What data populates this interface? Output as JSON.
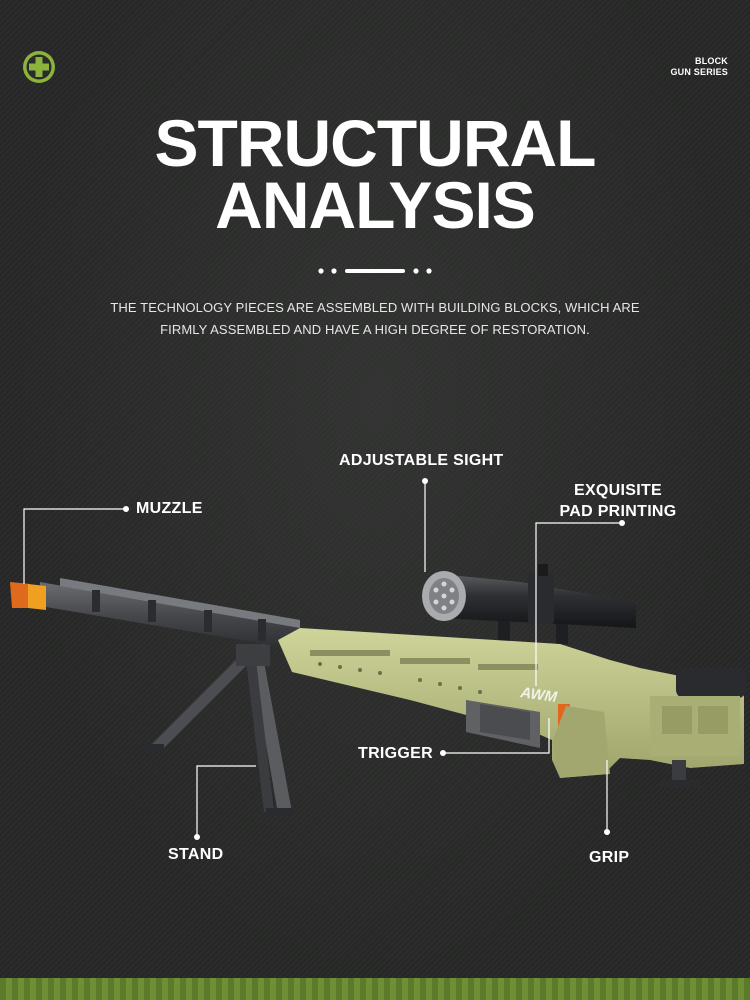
{
  "brand": {
    "series_line1": "BLOCK",
    "series_line2": "GUN SERIES",
    "accent": "#8cb33b"
  },
  "heading": {
    "title_line1": "STRUCTURAL",
    "title_line2": "ANALYSIS",
    "description_line1": "THE TECHNOLOGY PIECES ARE ASSEMBLED WITH BUILDING BLOCKS, WHICH ARE",
    "description_line2": "FIRMLY ASSEMBLED AND HAVE A HIGH DEGREE OF RESTORATION."
  },
  "product": {
    "model_marking": "AWM",
    "stock_color": "#b9bf86",
    "barrel_color": "#4a4c50"
  },
  "callouts": {
    "muzzle": "MUZZLE",
    "sight": "ADJUSTABLE SIGHT",
    "pad_line1": "EXQUISITE",
    "pad_line2": "PAD PRINTING",
    "trigger": "TRIGGER",
    "stand": "STAND",
    "grip": "GRIP"
  }
}
